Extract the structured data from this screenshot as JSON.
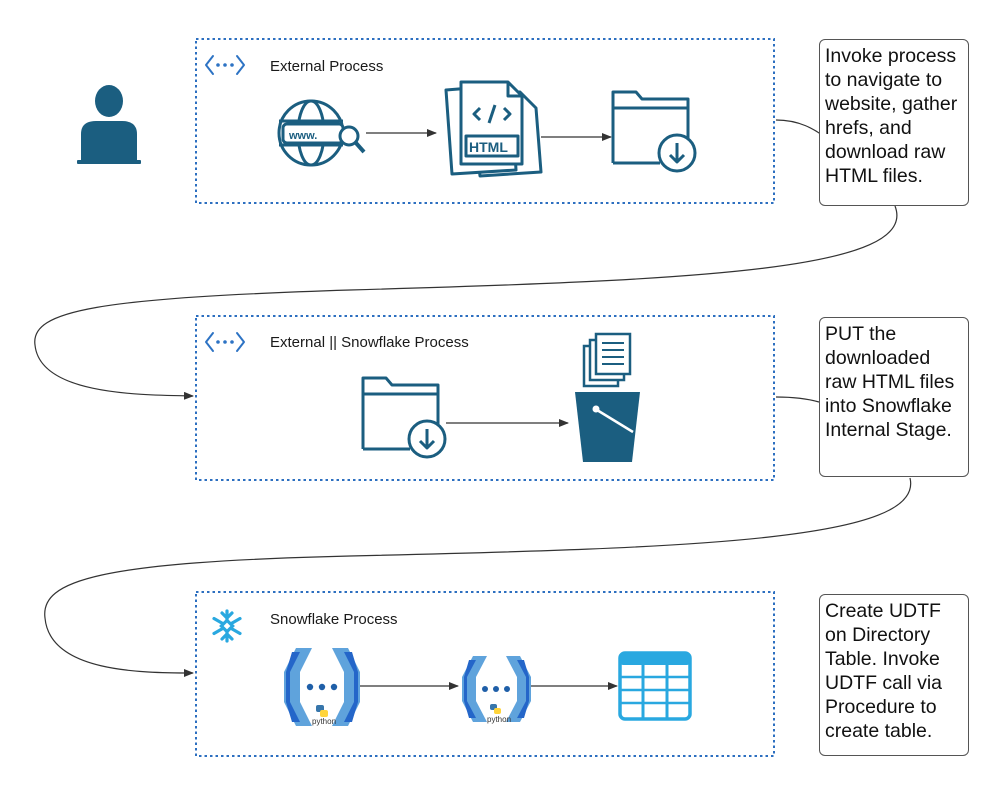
{
  "processes": [
    {
      "title": "External Process",
      "icon": "network-icon"
    },
    {
      "title": "External || Snowflake Process",
      "icon": "network-icon"
    },
    {
      "title": "Snowflake Process",
      "icon": "snowflake-icon"
    }
  ],
  "notes": [
    {
      "lines": [
        "Invoke process",
        "to navigate to",
        "website, gather",
        "hrefs, and",
        "download raw",
        "HTML files."
      ]
    },
    {
      "lines": [
        "PUT the",
        "downloaded",
        "raw HTML files",
        "into Snowflake",
        "Internal Stage."
      ]
    },
    {
      "lines": [
        "Create UDTF",
        "on Directory",
        "Table. Invoke",
        "UDTF call via",
        "Procedure to",
        "create table."
      ]
    }
  ],
  "icons": {
    "www_label": "www.",
    "html_label": "HTML",
    "python_label": "python"
  },
  "colors": {
    "accent_dark": "#1b5e80",
    "accent_blue": "#2d73c4",
    "accent_light": "#29a8e0",
    "group_border": "#2c6fc0"
  }
}
